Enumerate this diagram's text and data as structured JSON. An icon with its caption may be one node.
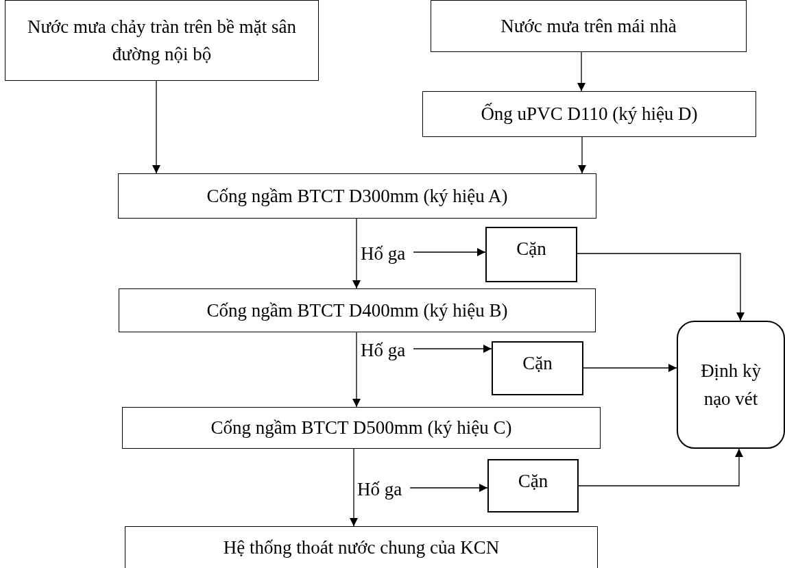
{
  "diagram": {
    "nodes": [
      {
        "text": [
          "Nước mưa chảy tràn trên bề mặt sân đường nội bộ"
        ]
      },
      {
        "text": [
          "Nước mưa trên mái nhà"
        ]
      },
      {
        "text": [
          "Ống uPVC D110 (ký hiệu D)"
        ]
      },
      {
        "text": [
          "Cống ngầm BTCT D300mm (ký hiệu A)"
        ]
      },
      {
        "text": [
          "Hố ga"
        ]
      },
      {
        "text": [
          "Cặn"
        ]
      },
      {
        "text": [
          "Cống ngầm BTCT D400mm (ký hiệu B)"
        ]
      },
      {
        "text": [
          "Hố ga"
        ]
      },
      {
        "text": [
          "Cặn"
        ]
      },
      {
        "text": [
          "Cống ngầm BTCT D500mm (ký hiệu C)"
        ]
      },
      {
        "text": [
          "Hố ga"
        ]
      },
      {
        "text": [
          "Cặn"
        ]
      },
      {
        "text": [
          "Định kỳ nạo vét"
        ]
      },
      {
        "text": [
          "Hệ thống thoát nước chung của KCN"
        ]
      }
    ],
    "edges": [
      {
        "from": 0,
        "to": 3,
        "arrow": "to"
      },
      {
        "from": 1,
        "to": 2,
        "arrow": "to"
      },
      {
        "from": 2,
        "to": 3,
        "arrow": "to"
      },
      {
        "from": 3,
        "to": 6,
        "arrow": "to"
      },
      {
        "from": 4,
        "to": 5,
        "arrow": "to"
      },
      {
        "from": 5,
        "to": 12,
        "arrow": "to"
      },
      {
        "from": 6,
        "to": 9,
        "arrow": "to"
      },
      {
        "from": 7,
        "to": 8,
        "arrow": "to"
      },
      {
        "from": 8,
        "to": 12,
        "arrow": "to"
      },
      {
        "from": 9,
        "to": 13,
        "arrow": "to"
      },
      {
        "from": 10,
        "to": 11,
        "arrow": "to"
      },
      {
        "from": 11,
        "to": 12,
        "arrow": "to"
      }
    ]
  }
}
